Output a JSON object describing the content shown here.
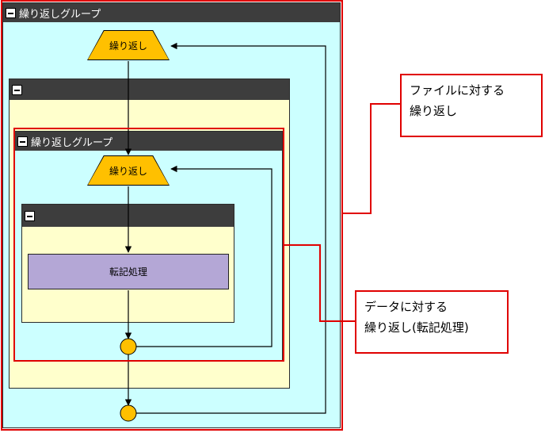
{
  "outer_group": {
    "title": "繰り返しグループ"
  },
  "inner_group": {
    "title": "繰り返しグループ"
  },
  "outer_loop": {
    "label": "繰り返し"
  },
  "inner_loop": {
    "label": "繰り返し"
  },
  "process": {
    "label": "転記処理"
  },
  "callouts": {
    "file_line1": "ファイルに対する",
    "file_line2": "繰り返し",
    "data_line1": "データに対する",
    "data_line2": "繰り返し(転記処理)"
  },
  "colors": {
    "loop_bg": "#ccffff",
    "block_bg": "#ffffcc",
    "titlebar": "#3d3d3d",
    "loop_shape": "#ffc000",
    "process": "#b4a7d6",
    "highlight": "#e00000"
  }
}
